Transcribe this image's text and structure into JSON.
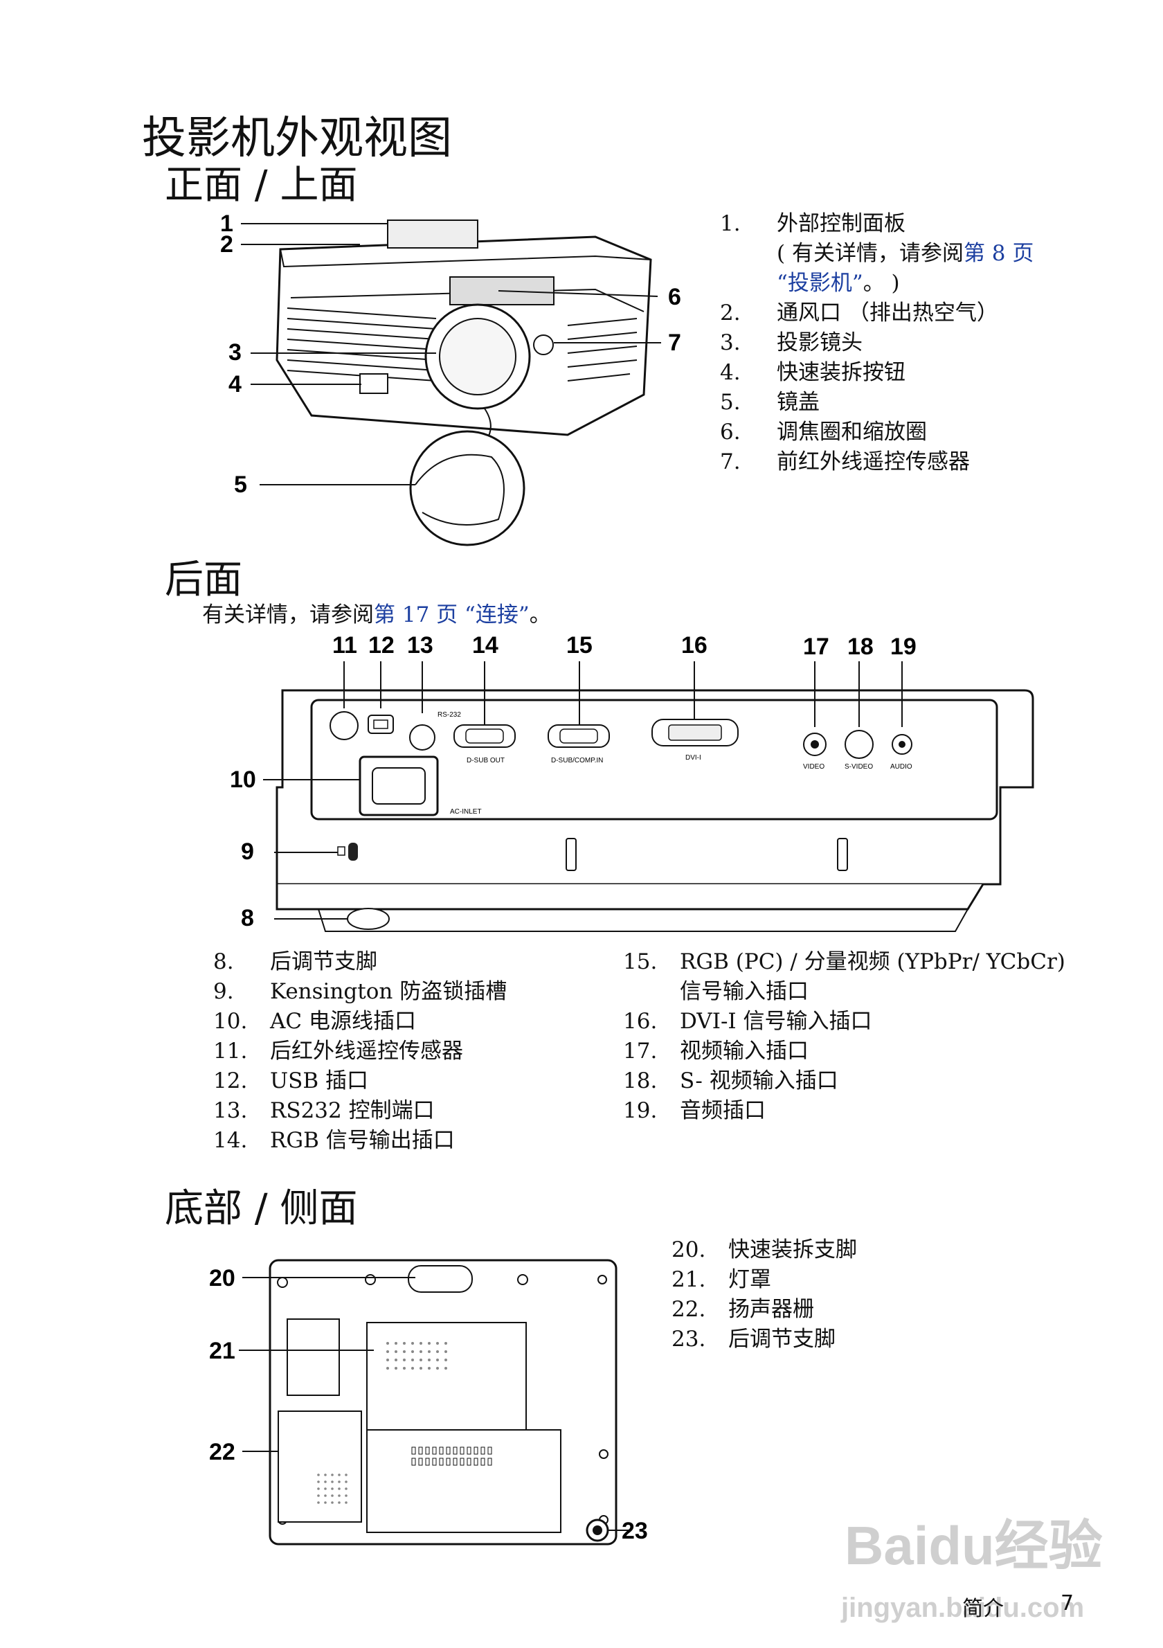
{
  "title": "投影机外观视图",
  "front": {
    "heading": "正面 / 上面",
    "callouts": [
      "1",
      "2",
      "3",
      "4",
      "5",
      "6",
      "7"
    ],
    "items": [
      {
        "num": "1.",
        "text": "外部控制面板"
      },
      {
        "num": "",
        "text_pre": "( 有关详情，请参阅",
        "link": "第 8 页",
        "text_post": ""
      },
      {
        "num": "",
        "text_pre": "",
        "link": "“投影机”",
        "text_post": "。 )"
      },
      {
        "num": "2.",
        "text": "通风口 （排出热空气）"
      },
      {
        "num": "3.",
        "text": "投影镜头"
      },
      {
        "num": "4.",
        "text": "快速装拆按钮"
      },
      {
        "num": "5.",
        "text": "镜盖"
      },
      {
        "num": "6.",
        "text": "调焦圈和缩放圈"
      },
      {
        "num": "7.",
        "text": "前红外线遥控传感器"
      }
    ]
  },
  "rear": {
    "heading": "后面",
    "note_pre": "有关详情，请参阅",
    "note_link": "第 17 页 “连接”",
    "note_post": "。",
    "callouts": [
      "11",
      "12",
      "13",
      "14",
      "15",
      "16",
      "17",
      "18",
      "19",
      "10",
      "9",
      "8"
    ],
    "panel_labels": {
      "rs232": "RS-232",
      "dsub_out": "D-SUB OUT",
      "dsub_comp": "D-SUB/COMP.IN",
      "dvi": "DVI-I",
      "video": "VIDEO",
      "svideo": "S-VIDEO",
      "audio": "AUDIO",
      "ac": "AC-INLET"
    },
    "items_left": [
      {
        "num": "8.",
        "text": "后调节支脚"
      },
      {
        "num": "9.",
        "text": "Kensington 防盗锁插槽"
      },
      {
        "num": "10.",
        "text": "AC 电源线插口"
      },
      {
        "num": "11.",
        "text": "后红外线遥控传感器"
      },
      {
        "num": "12.",
        "text": "USB 插口"
      },
      {
        "num": "13.",
        "text": "RS232 控制端口"
      },
      {
        "num": "14.",
        "text": "RGB 信号输出插口"
      }
    ],
    "items_right": [
      {
        "num": "15.",
        "text": "RGB (PC) / 分量视频 (YPbPr/ YCbCr)"
      },
      {
        "num": "",
        "text": "信号输入插口"
      },
      {
        "num": "16.",
        "text": "DVI-I 信号输入插口"
      },
      {
        "num": "17.",
        "text": "视频输入插口"
      },
      {
        "num": "18.",
        "text": "S- 视频输入插口"
      },
      {
        "num": "19.",
        "text": "音频插口"
      }
    ]
  },
  "bottom": {
    "heading": "底部 / 侧面",
    "callouts": [
      "20",
      "21",
      "22",
      "23"
    ],
    "items": [
      {
        "num": "20.",
        "text": "快速装拆支脚"
      },
      {
        "num": "21.",
        "text": "灯罩"
      },
      {
        "num": "22.",
        "text": "扬声器栅"
      },
      {
        "num": "23.",
        "text": "后调节支脚"
      }
    ]
  },
  "footer": {
    "section": "简介",
    "page": "7"
  },
  "watermark": {
    "brand": "Baidu经验",
    "url": "jingyan.baidu.com"
  },
  "colors": {
    "link": "#1c3fa0",
    "watermark": "#cfcfcf"
  }
}
